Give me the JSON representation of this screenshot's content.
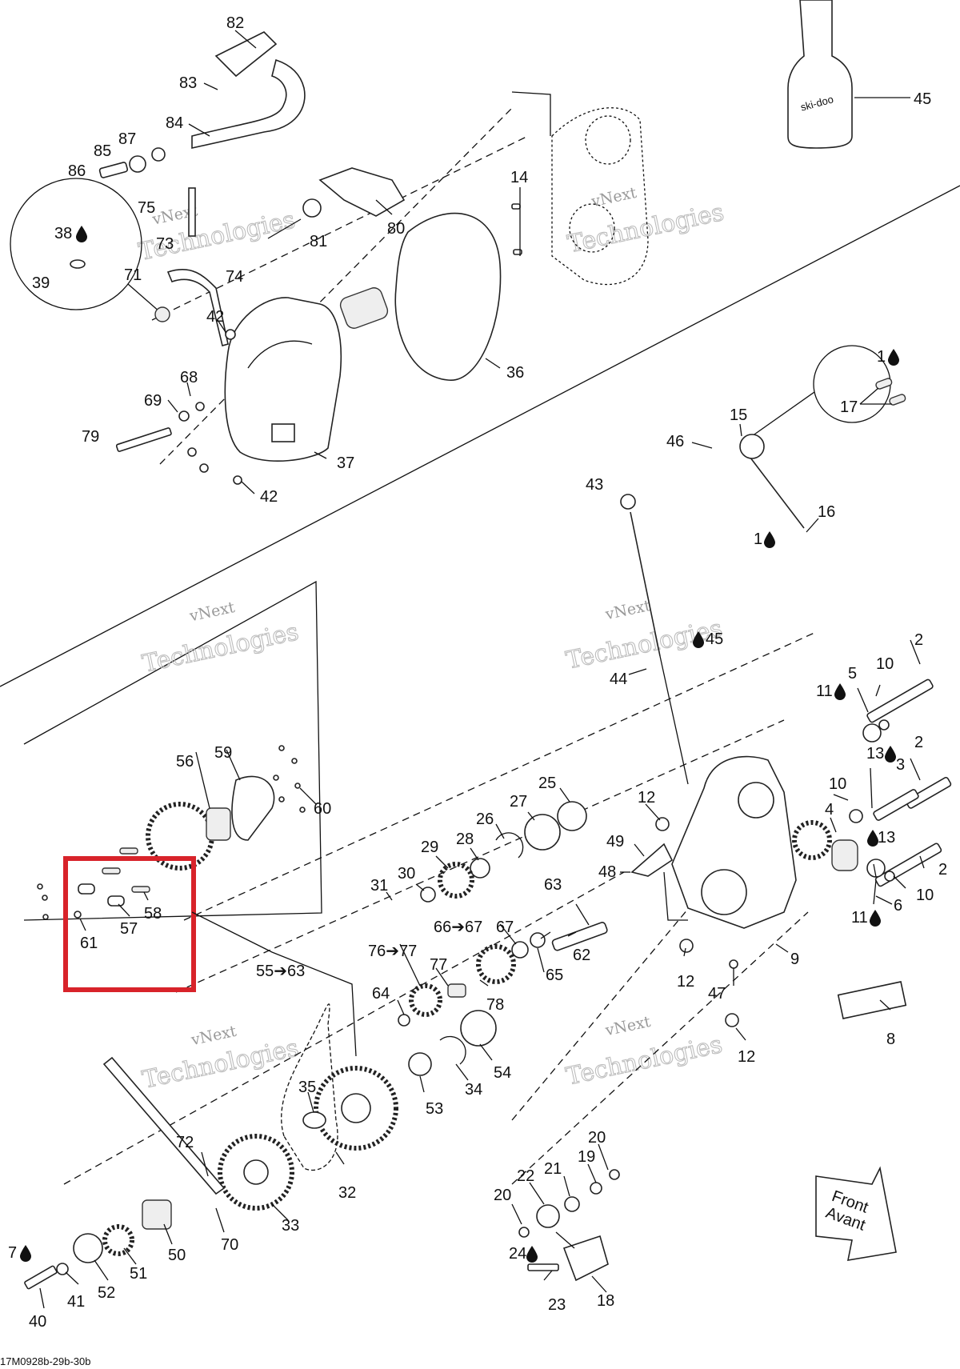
{
  "labels": [
    "82",
    "83",
    "84",
    "87",
    "85",
    "86",
    "75",
    "73",
    "74",
    "71",
    "38",
    "39",
    "81",
    "80",
    "14",
    "45",
    "42",
    "68",
    "69",
    "79",
    "37",
    "36",
    "42b",
    "1",
    "17",
    "15",
    "46",
    "16",
    "1b",
    "43",
    "45b",
    "44",
    "2",
    "10",
    "5",
    "11",
    "13",
    "2b",
    "3",
    "10b",
    "4",
    "13b",
    "2c",
    "6",
    "10c",
    "11b",
    "12",
    "9",
    "8",
    "12b",
    "47",
    "12c",
    "49",
    "48",
    "25",
    "27",
    "26",
    "28",
    "29",
    "30",
    "31",
    "66→67",
    "67",
    "63",
    "62",
    "65",
    "76→77",
    "77",
    "78",
    "64",
    "54",
    "34",
    "53",
    "56",
    "59",
    "60",
    "57",
    "58",
    "61",
    "55→63",
    "35",
    "32",
    "33",
    "72",
    "70",
    "50",
    "51",
    "52",
    "41",
    "7",
    "40",
    "20",
    "19",
    "21",
    "22",
    "20b",
    "24",
    "23",
    "18"
  ],
  "label_text": {
    "82": "82",
    "83": "83",
    "84": "84",
    "87": "87",
    "85": "85",
    "86": "86",
    "75": "75",
    "73": "73",
    "74": "74",
    "71": "71",
    "38": "38",
    "39": "39",
    "81": "81",
    "80": "80",
    "14": "14",
    "45": "45",
    "42": "42",
    "68": "68",
    "69": "69",
    "79": "79",
    "37": "37",
    "36": "36",
    "42b": "42",
    "1": "1",
    "17": "17",
    "15": "15",
    "46": "46",
    "16": "16",
    "1b": "1",
    "43": "43",
    "45b": "45",
    "44": "44",
    "2": "2",
    "10": "10",
    "5": "5",
    "11": "11",
    "13": "13",
    "2b": "2",
    "3": "3",
    "10b": "10",
    "4": "4",
    "13b": "13",
    "2c": "2",
    "6": "6",
    "10c": "10",
    "11b": "11",
    "12": "12",
    "9": "9",
    "8": "8",
    "12b": "12",
    "47": "47",
    "12c": "12",
    "49": "49",
    "48": "48",
    "25": "25",
    "27": "27",
    "26": "26",
    "28": "28",
    "29": "29",
    "30": "30",
    "31": "31",
    "66→67": "66➔67",
    "67": "67",
    "63": "63",
    "62": "62",
    "65": "65",
    "76→77": "76➔77",
    "77": "77",
    "78": "78",
    "64": "64",
    "54": "54",
    "34": "34",
    "53": "53",
    "56": "56",
    "59": "59",
    "60": "60",
    "57": "57",
    "58": "58",
    "61": "61",
    "55→63": "55➔63",
    "35": "35",
    "32": "32",
    "33": "33",
    "72": "72",
    "70": "70",
    "50": "50",
    "51": "51",
    "52": "52",
    "41": "41",
    "7": "7",
    "40": "40",
    "20": "20",
    "19": "19",
    "21": "21",
    "22": "22",
    "20b": "20",
    "24": "24",
    "23": "23",
    "18": "18"
  },
  "oil_marked": [
    "38",
    "1",
    "1b",
    "45b",
    "11",
    "13",
    "13b",
    "11b",
    "7",
    "24"
  ],
  "watermark": {
    "line1": "vNext",
    "line2": "Technologies",
    "big": "Technologies"
  },
  "front_arrow": {
    "line1": "Front",
    "line2": "Avant"
  },
  "bottle_brand": "ski-doo",
  "drawing_code": "17M0928b-29b-30b",
  "highlight_color": "#d8232a"
}
